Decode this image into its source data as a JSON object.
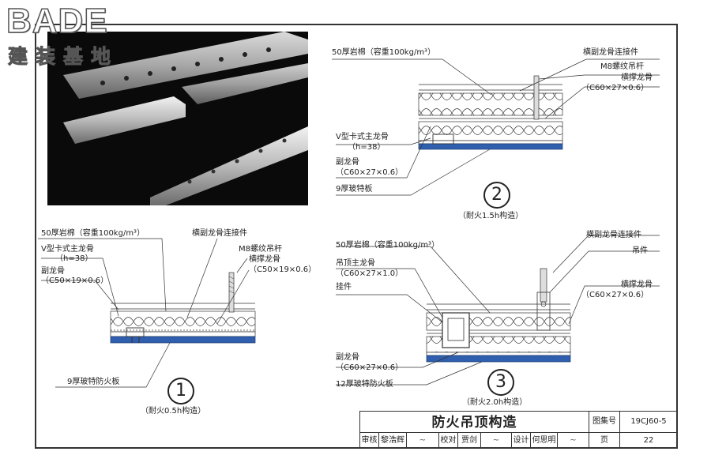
{
  "logo": {
    "brand": "BADE",
    "subtitle": "建装基地"
  },
  "diagram1": {
    "labels": {
      "rock_wool": "50厚岩棉（容重100kg/m³）",
      "connector": "横副龙骨连接件",
      "main_keel": "V型卡式主龙骨",
      "main_keel_h": "（h=38）",
      "threaded_rod": "M8螺纹吊杆",
      "cross_keel": "横撑龙骨",
      "cross_keel_spec": "（C50×19×0.6）",
      "sub_keel": "副龙骨",
      "sub_keel_spec": "（C50×19×0.6）",
      "board": "9厚玻特防火板"
    },
    "number": "1",
    "caption": "（耐火0.5h构造）"
  },
  "diagram2": {
    "labels": {
      "rock_wool": "50厚岩棉（容重100kg/m³）",
      "connector": "横副龙骨连接件",
      "threaded_rod": "M8螺纹吊杆",
      "cross_keel": "横撑龙骨",
      "cross_keel_spec": "（C60×27×0.6）",
      "main_keel": "V型卡式主龙骨",
      "main_keel_h": "（h=38）",
      "sub_keel": "副龙骨",
      "sub_keel_spec": "（C60×27×0.6）",
      "board": "9厚玻特板"
    },
    "number": "2",
    "caption": "（耐火1.5h构造）"
  },
  "diagram3": {
    "labels": {
      "rock_wool": "50厚岩棉（容重100kg/m³）",
      "connector": "横副龙骨连接件",
      "hanger": "吊件",
      "main_keel": "吊顶主龙骨",
      "main_keel_spec": "（C60×27×1.0）",
      "hook": "挂件",
      "cross_keel": "横撑龙骨",
      "cross_keel_spec": "（C60×27×0.6）",
      "sub_keel": "副龙骨",
      "sub_keel_spec": "（C60×27×0.6）",
      "board": "12厚玻特防火板"
    },
    "number": "3",
    "caption": "（耐火2.0h构造）"
  },
  "title_block": {
    "title": "防火吊顶构造",
    "atlas_label": "图集号",
    "atlas_no": "19CJ60-5",
    "page_label": "页",
    "page_no": "22",
    "review_label": "审核",
    "reviewer": "黎浩辉",
    "check_label": "校对",
    "checker": "贾剑",
    "design_label": "设计",
    "designer": "何思明"
  }
}
